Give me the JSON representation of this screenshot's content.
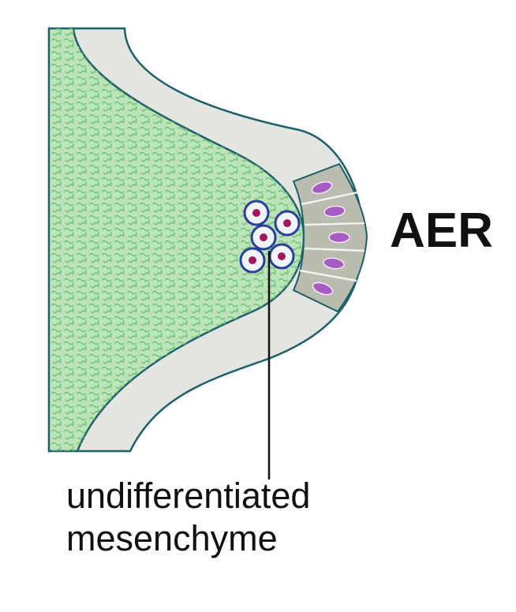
{
  "labels": {
    "aer": "AER",
    "mesenchyme_line1": "undifferentiated",
    "mesenchyme_line2": "mesenchyme"
  },
  "colors": {
    "mesenchyme_fill": "#bfe3b8",
    "mesenchyme_texture": "#6cc477",
    "ectoderm_fill": "#e2e5e0",
    "outline": "#1f5f6a",
    "aer_fill": "#b9bcae",
    "aer_nucleus": "#a65cc0",
    "cell_fill": "#eef4fa",
    "cell_ring": "#2a3f9a",
    "cell_nucleus": "#a2185e",
    "leader_line": "#111111",
    "label_text": "#111111"
  },
  "icons": {
    "limb_bud": "limb-bud-cross-section",
    "aer_cell": "epithelial-cell-icon",
    "mesenchyme_cell": "mesenchymal-cell-icon"
  }
}
